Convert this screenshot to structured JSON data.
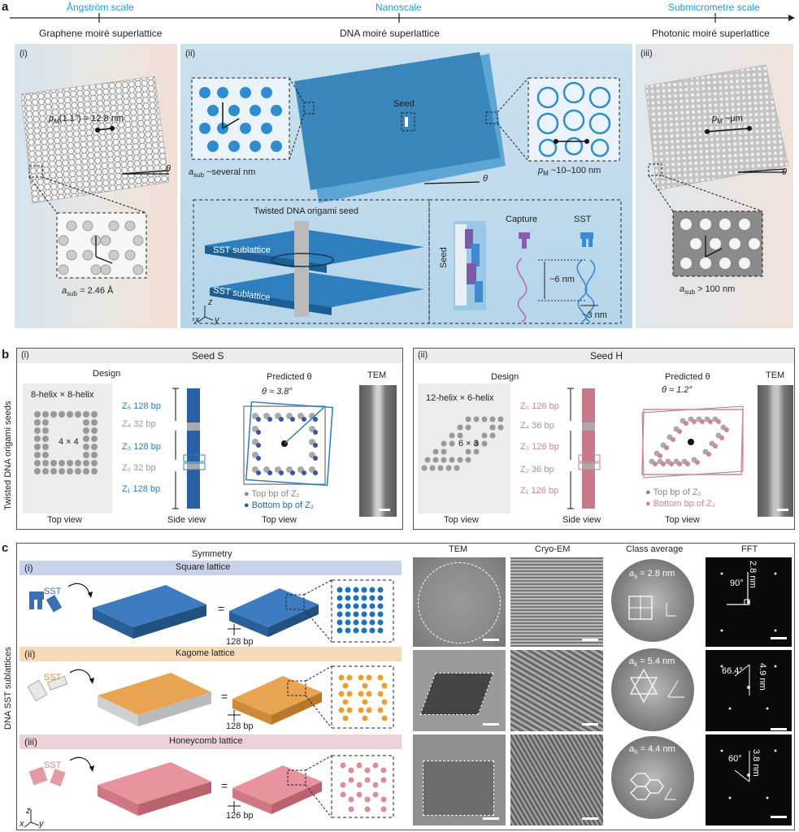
{
  "panel_a": {
    "letter": "a",
    "scale_left": "Ångström scale",
    "scale_mid": "Nanoscale",
    "scale_right": "Submicrometre scale",
    "label_left": "Graphene moiré superlattice",
    "label_mid": "DNA moiré superlattice",
    "label_right": "Photonic moiré superlattice",
    "i": "(i)",
    "ii": "(ii)",
    "iii": "(iii)",
    "graphene_pm": "p",
    "graphene_pm_sub": "M",
    "graphene_pm_val": "(1.1°) = 12.8 nm",
    "graphene_asub": "a",
    "graphene_asub_sub": "sub",
    "graphene_asub_val": " = 2.46 Å",
    "theta": "θ",
    "dna_asub_val": " ~several nm",
    "dna_pm_val": " ~10–100 nm",
    "seed": "Seed",
    "twisted_seed": "Twisted DNA origami seed",
    "sst_sublattice": "SST sublattice",
    "seed_vertical": "Seed",
    "capture": "Capture",
    "sst": "SST",
    "six_nm": "~6 nm",
    "three_nm": "~3 nm",
    "photonic_pm_val": " ~μm",
    "photonic_asub_val": " > 100 nm",
    "axis_z": "z",
    "axis_x": "x",
    "axis_y": "y"
  },
  "panel_b": {
    "letter": "b",
    "side_label": "Twisted DNA origami seeds",
    "i": "(i)",
    "ii": "(ii)",
    "seed_s": "Seed S",
    "seed_h": "Seed H",
    "design": "Design",
    "predicted": "Predicted θ",
    "tem": "TEM",
    "s_helix": "8-helix × 8-helix",
    "s_grid": "4 × 4",
    "s_theta": "θ ≈ 3.8°",
    "s_z": [
      "Z₅ 128 bp",
      "Z₄ 32 bp",
      "Z₃ 128 bp",
      "Z₂ 32 bp",
      "Z₁ 128 bp"
    ],
    "h_helix": "12-helix × 6-helix",
    "h_grid": "6 × 3",
    "h_theta": "θ ≈ 1.2°",
    "h_z": [
      "Z₅ 126 bp",
      "Z₄ 36 bp",
      "Z₃ 126 bp",
      "Z₂ 36 bp",
      "Z₁ 126 bp"
    ],
    "top_bp": "Top bp of Z₂",
    "bottom_bp": "Bottom bp of Z₂",
    "top_view": "Top view",
    "side_view": "Side view"
  },
  "panel_c": {
    "letter": "c",
    "side_label": "DNA SST sublattices",
    "symmetry": "Symmetry",
    "tem": "TEM",
    "cryo": "Cryo-EM",
    "class_avg": "Class average",
    "fft": "FFT",
    "rows": [
      {
        "num": "(i)",
        "name": "Square lattice",
        "sst": "SST",
        "bp": "128 bp",
        "a_label": "a",
        "a_sub": "s",
        "a_val": " = 2.8 nm",
        "fft_dist": "2.8 nm",
        "fft_angle": "90°"
      },
      {
        "num": "(ii)",
        "name": "Kagome lattice",
        "sst": "SST",
        "bp": "128 bp",
        "a_label": "a",
        "a_sub": "k",
        "a_val": " = 5.4 nm",
        "fft_dist": "4.9 nm",
        "fft_angle": "66.4°"
      },
      {
        "num": "(iii)",
        "name": "Honeycomb lattice",
        "sst": "SST",
        "bp": "126 bp",
        "a_label": "a",
        "a_sub": "h",
        "a_val": " = 4.4 nm",
        "fft_dist": "3.8 nm",
        "fft_angle": "60°"
      }
    ],
    "eq": "=",
    "axis_z": "z",
    "axis_x": "x",
    "axis_y": "y"
  },
  "colors": {
    "accent_blue": "#1a9bd7",
    "seed_s_blue": "#2a6fb5",
    "seed_h_pink": "#d4838f",
    "square_header": "#c8d2e8",
    "kagome_header": "#f6d9b8",
    "honeycomb_header": "#ecd2d6"
  }
}
